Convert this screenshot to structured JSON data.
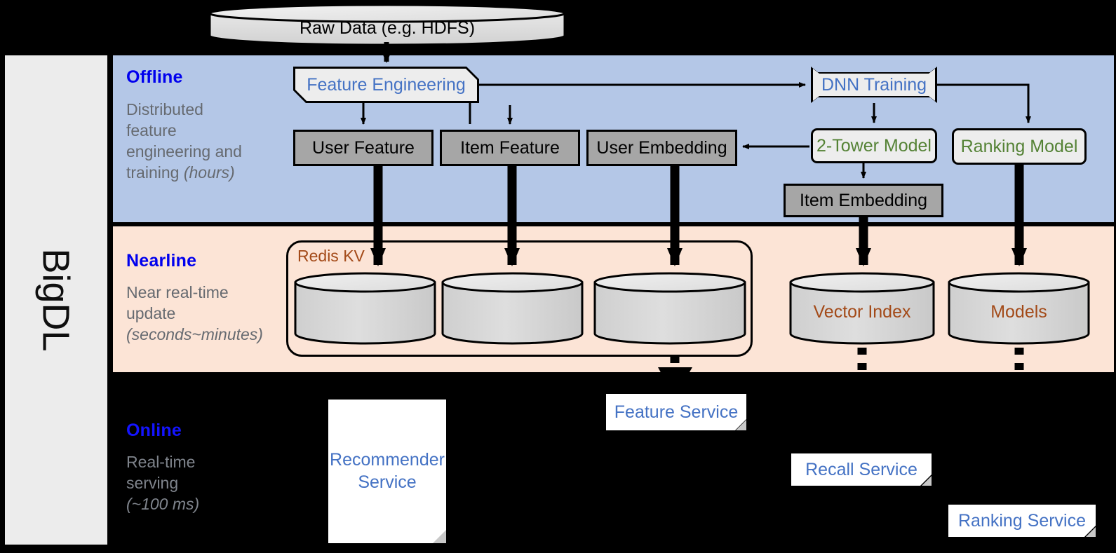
{
  "framework": {
    "name": "BigDL"
  },
  "source": {
    "label": "Raw Data (e.g. HDFS)"
  },
  "layers": [
    {
      "id": "offline",
      "title": "Offline",
      "description_line1": "Distributed",
      "description_line2": "feature",
      "description_line3": "engineering and",
      "description_line4": "training ",
      "description_emphasis": "(hours)",
      "background": "#B4C7E7",
      "title_color": "#0000EE"
    },
    {
      "id": "nearline",
      "title": "Nearline",
      "description_line1": "Near real-time",
      "description_line2": "update",
      "description_emphasis": "(seconds~minutes)",
      "background": "#FCE4D6",
      "title_color": "#0000EE"
    },
    {
      "id": "online",
      "title": "Online",
      "description_line1": "Real-time",
      "description_line2": "serving",
      "description_emphasis": "(~100 ms)",
      "background": "#000000",
      "title_color": "#1414FF"
    }
  ],
  "offline_nodes": {
    "feature_engineering": "Feature Engineering",
    "dnn_training": "DNN Training",
    "user_feature": "User Feature",
    "item_feature": "Item Feature",
    "user_embedding": "User Embedding",
    "two_tower_model": "2-Tower Model",
    "ranking_model": "Ranking Model",
    "item_embedding": "Item Embedding"
  },
  "nearline_nodes": {
    "redis_group_label": "Redis KV",
    "store_user_feature": "",
    "store_item_feature": "",
    "store_user_embedding": "",
    "vector_index": "Vector Index",
    "models": "Models"
  },
  "online_nodes": {
    "recommender_service": "Recommender\nService",
    "recommender_service_line1": "Recommender",
    "recommender_service_line2": "Service",
    "feature_service": "Feature Service",
    "recall_service": "Recall Service",
    "ranking_service": "Ranking Service"
  },
  "colors": {
    "offline_panel": "#B4C7E7",
    "nearline_panel": "#FCE4D6",
    "online_panel": "#000000",
    "grey_store": "#A6A6A6",
    "process_box": "#EDEDED",
    "process_text": "#4472C4",
    "model_text": "#548235",
    "redis_text": "#A34A18",
    "cylinder_fill": "#D9D9D9",
    "rail_fill": "#ECECEC",
    "caption_text": "#666A70"
  }
}
